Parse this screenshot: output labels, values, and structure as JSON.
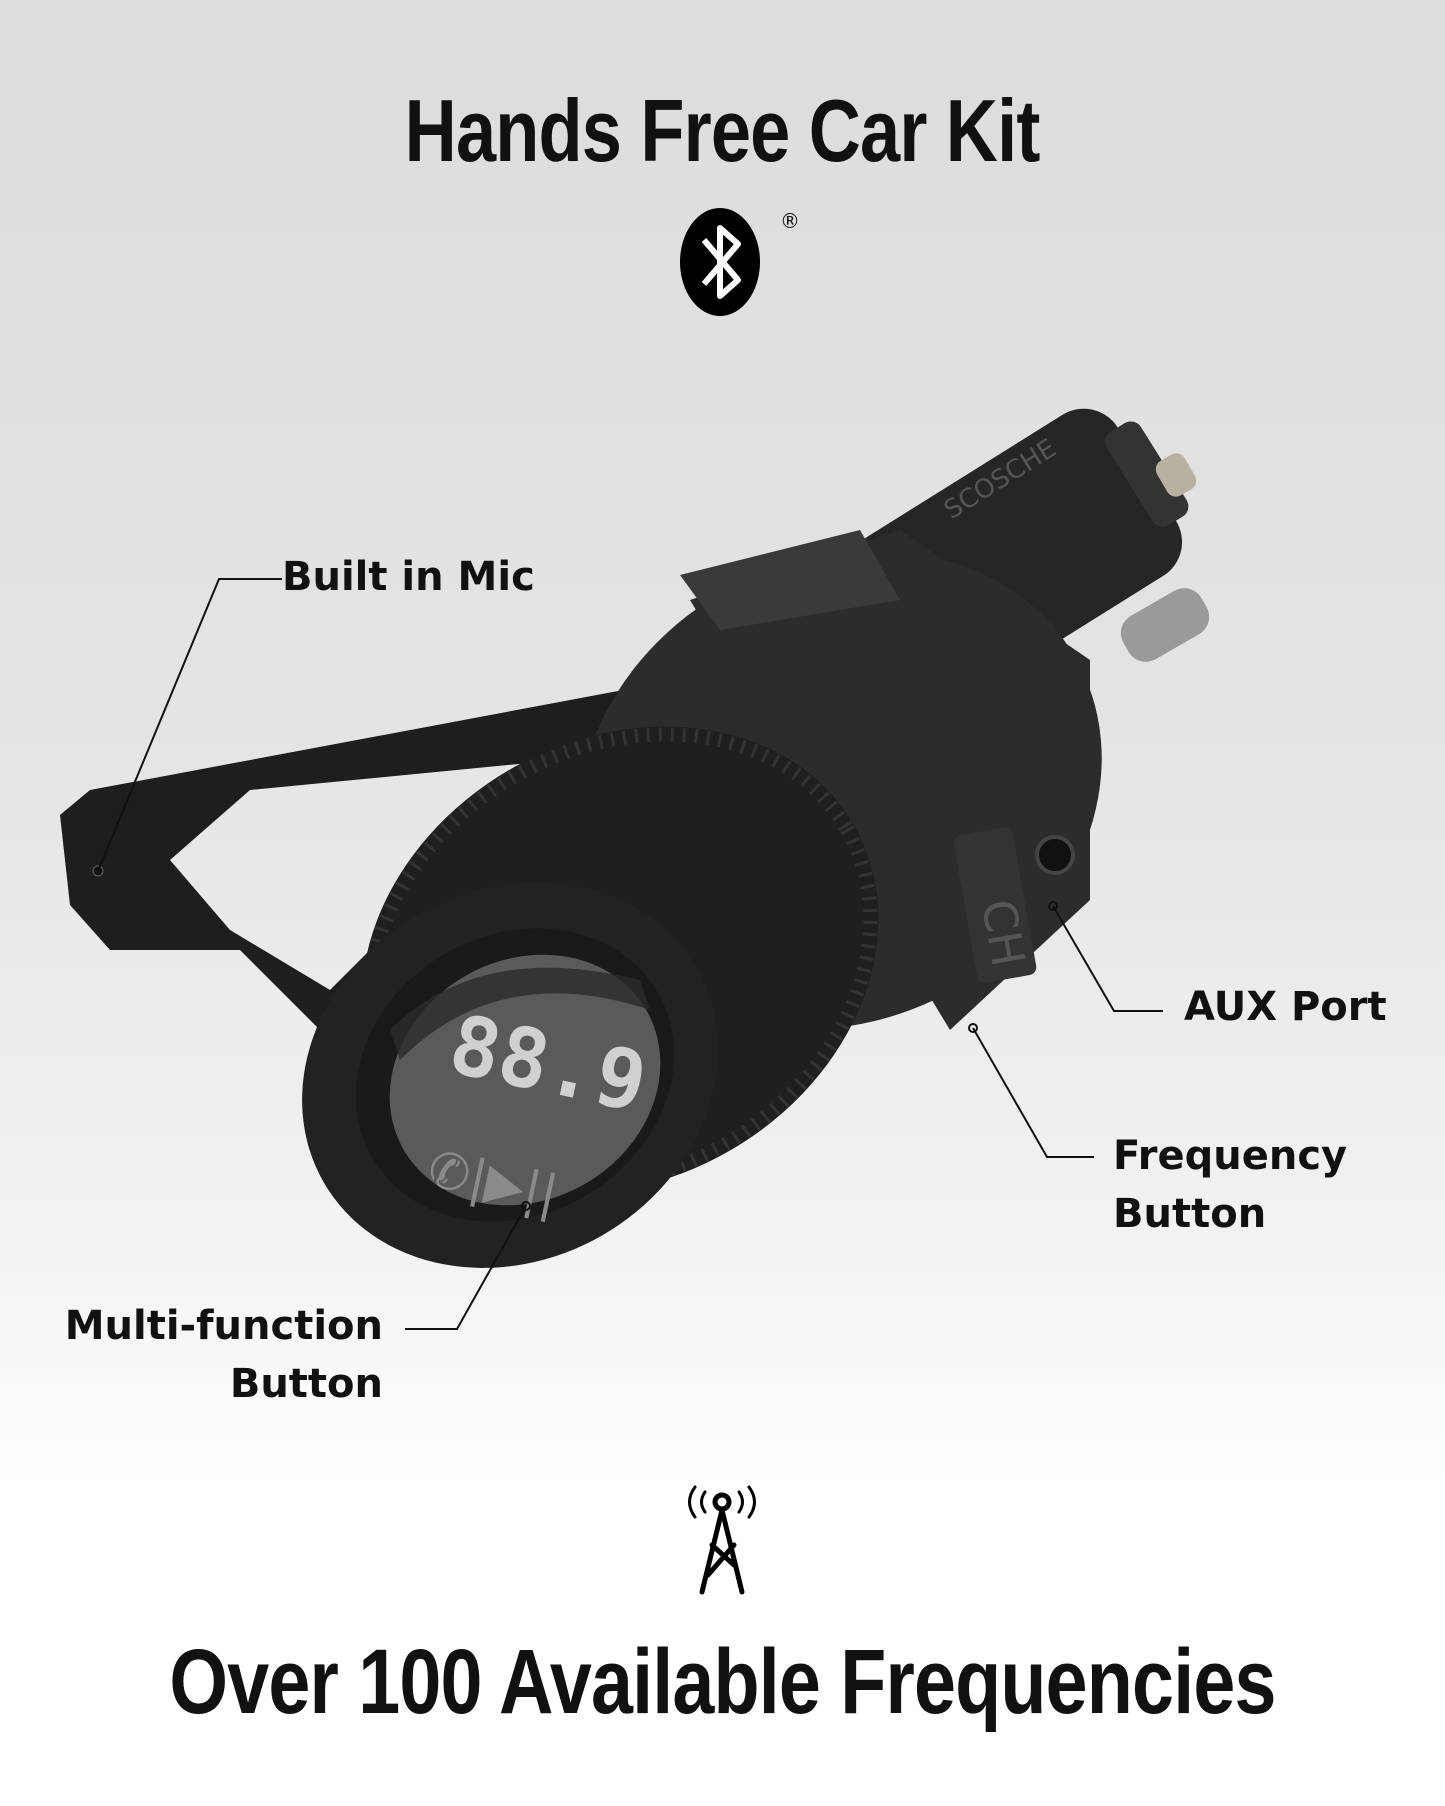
{
  "header": {
    "title": "Hands Free Car Kit",
    "logo": "bluetooth-logo",
    "registered_mark": "®"
  },
  "product": {
    "display_frequency": "88.9",
    "side_button_label": "CH",
    "brand_engraving": "SCOSCHE"
  },
  "callouts": {
    "mic": "Built in Mic",
    "aux": "AUX Port",
    "frequency": [
      "Frequency",
      "Button"
    ],
    "multifunction": [
      "Multi-function",
      "Button"
    ]
  },
  "footer": {
    "icon": "radio-tower-icon",
    "title": "Over 100 Available Frequencies"
  },
  "colors": {
    "device": "#2a2a2a",
    "display": "#5a5a5a",
    "text": "#111111"
  }
}
